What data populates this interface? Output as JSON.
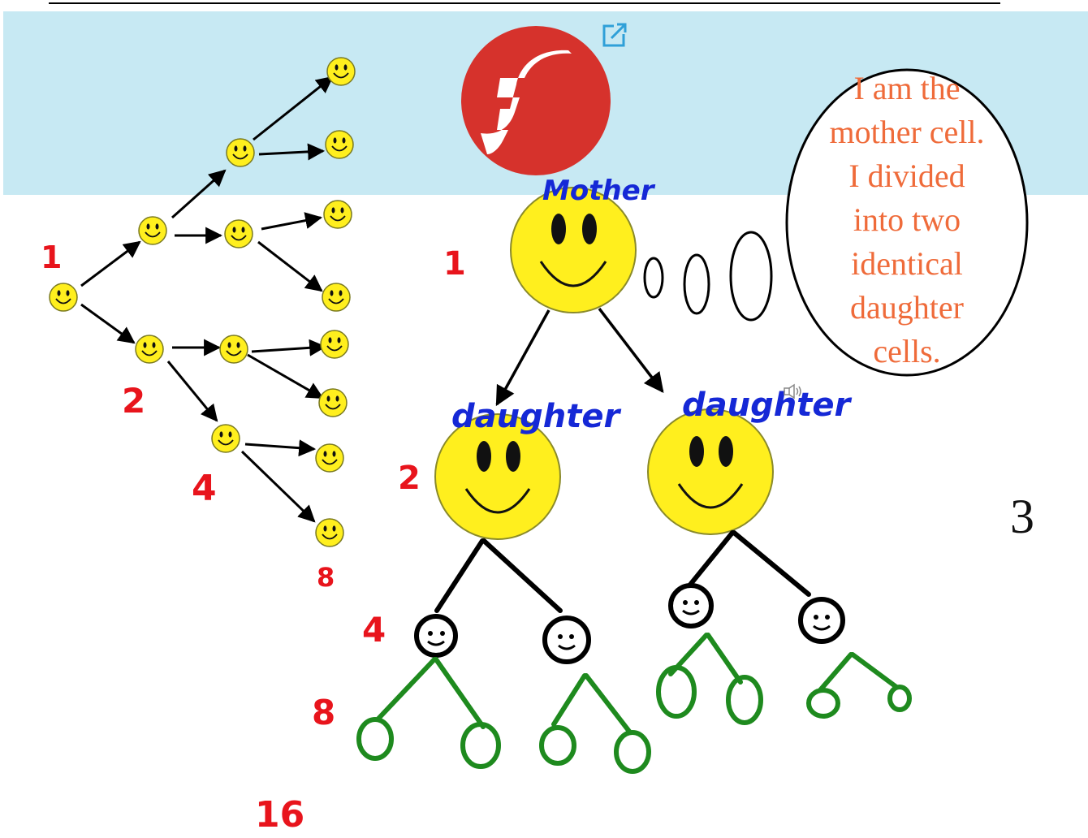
{
  "colors": {
    "banner": "#c7e9f3",
    "smiley_fill": "#ffef1e",
    "red_numbers": "#e8141c",
    "blue_labels": "#1528d6",
    "bubble_text": "#ef6b3a",
    "green_cells": "#1e8a1e",
    "flash_red": "#d6322c"
  },
  "icons": [
    "flash-plugin-icon",
    "external-link-icon",
    "speaker-icon",
    "smiley-cell-icon"
  ],
  "left_tree": {
    "numbers": [
      "1",
      "2",
      "4",
      "8",
      "16"
    ]
  },
  "right_tree": {
    "mother_label": "Mother",
    "daughter_label_left": "daughter",
    "daughter_label_right": "daughter",
    "numbers": [
      "1",
      "2",
      "4",
      "8"
    ]
  },
  "speech_bubble": {
    "lines": [
      "I am the",
      "mother cell.",
      "I divided",
      "into two",
      "identical",
      "daughter",
      "cells."
    ]
  },
  "page_number": "3"
}
